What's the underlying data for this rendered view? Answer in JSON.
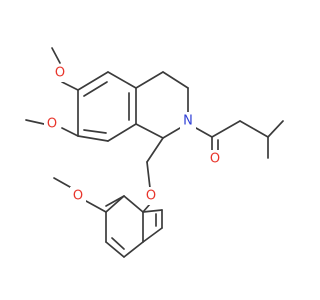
{
  "molecule": {
    "atoms": {
      "o_methoxy_6": {
        "symbol": "O",
        "color": "#e8352b"
      },
      "o_methoxy_7": {
        "symbol": "O",
        "color": "#e8352b"
      },
      "n_ring": {
        "symbol": "N",
        "color": "#2f3fd6"
      },
      "o_carbonyl": {
        "symbol": "O",
        "color": "#e8352b"
      },
      "o_ether": {
        "symbol": "O",
        "color": "#e8352b"
      },
      "o_methoxy_aryl": {
        "symbol": "O",
        "color": "#e8352b"
      }
    },
    "colors": {
      "bond": "#3b3b3b",
      "oxygen": "#e8352b",
      "nitrogen": "#2f3fd6"
    }
  }
}
